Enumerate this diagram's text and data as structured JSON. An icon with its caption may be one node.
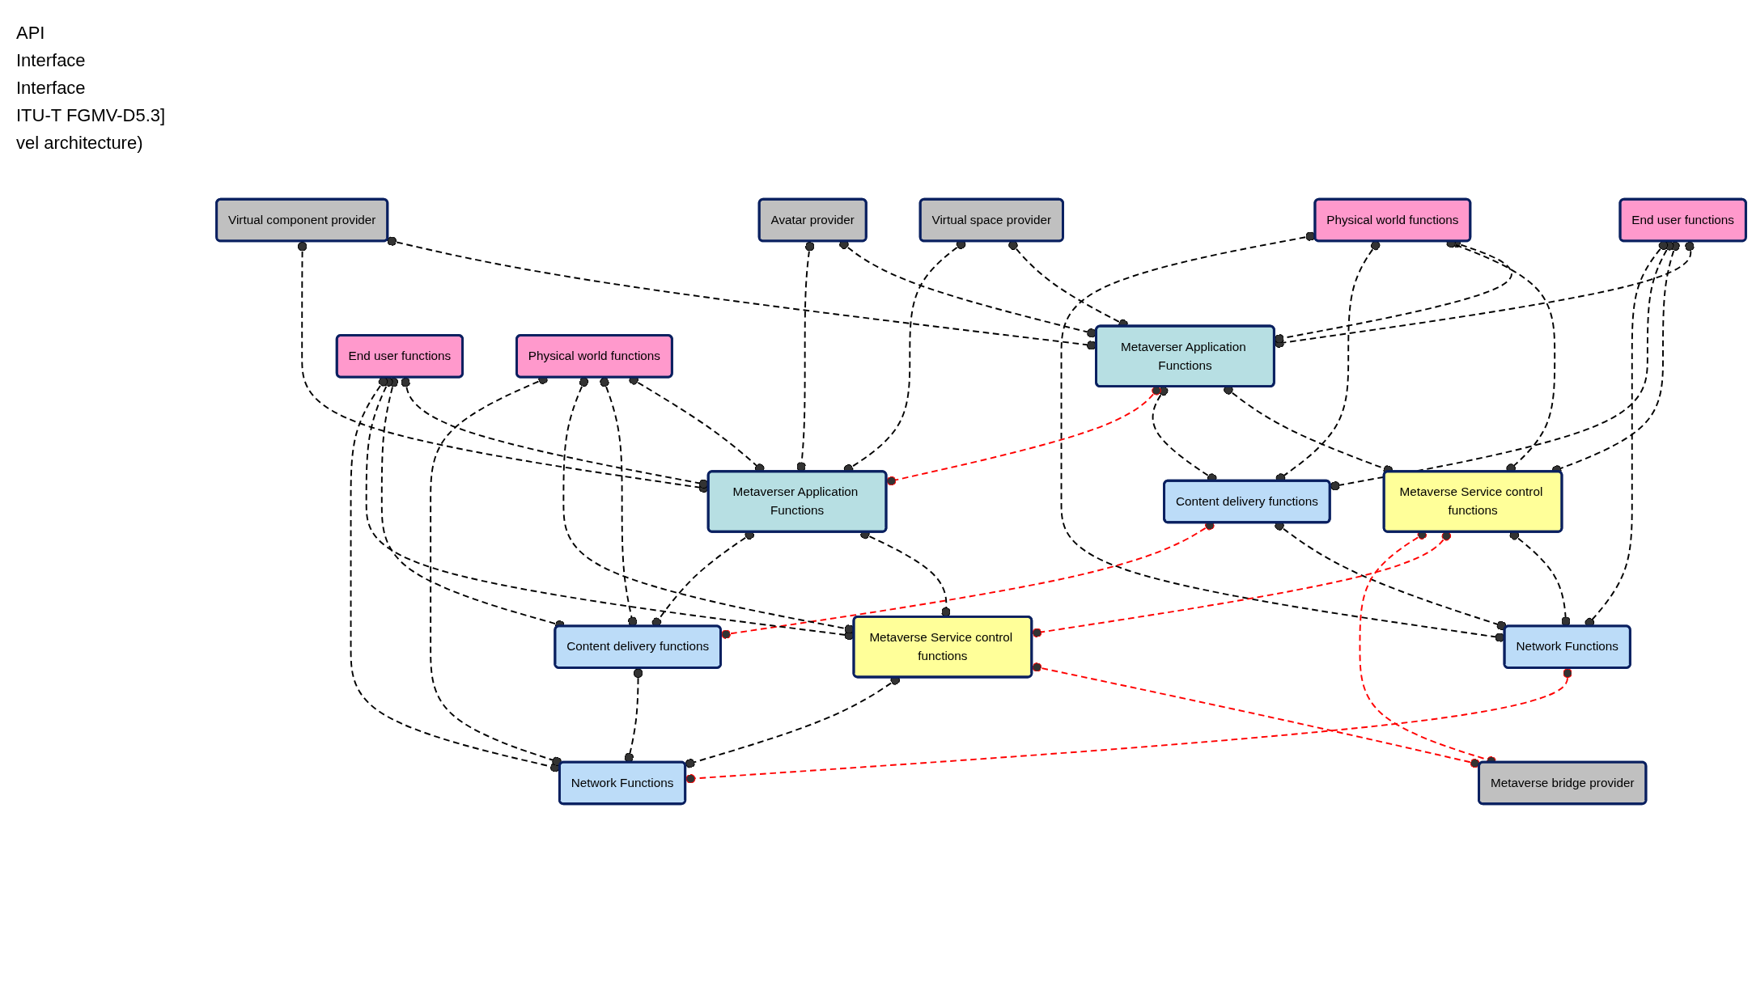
{
  "diagram": {
    "nodes": [
      {
        "text": [
          "Virtual space provider"
        ]
      },
      {
        "text": [
          "Avatar provider"
        ]
      },
      {
        "text": [
          "Virtual component provider"
        ]
      },
      {
        "text": [
          "Physical world functions"
        ]
      },
      {
        "text": [
          "End user functions"
        ]
      },
      {
        "text": [
          "Metaverser Application Functions"
        ]
      },
      {
        "text": [
          "Metaverse Service control functions"
        ]
      },
      {
        "text": [
          "Content delivery functions"
        ]
      },
      {
        "text": [
          "Network Functions"
        ]
      },
      {
        "text": [
          "Metaverser Application Functions"
        ]
      },
      {
        "text": [
          "Metaverse Service control functions"
        ]
      },
      {
        "text": [
          "Content delivery functions"
        ]
      },
      {
        "text": [
          "Network Functions"
        ]
      },
      {
        "text": [
          "End user functions"
        ]
      },
      {
        "text": [
          "Physical world functions"
        ]
      },
      {
        "text": [
          "Metaverse bridge provider"
        ]
      }
    ],
    "edges": [
      {
        "from": 0,
        "to": 5,
        "arrow": "other",
        "style": "dashed"
      },
      {
        "from": 0,
        "to": 9,
        "arrow": "other",
        "style": "dashed"
      },
      {
        "from": 1,
        "to": 5,
        "arrow": "other",
        "style": "dashed"
      },
      {
        "from": 1,
        "to": 9,
        "arrow": "other",
        "style": "dashed"
      },
      {
        "from": 2,
        "to": 5,
        "arrow": "other",
        "style": "dashed"
      },
      {
        "from": 2,
        "to": 9,
        "arrow": "other",
        "style": "dashed"
      },
      {
        "from": 4,
        "to": 5,
        "arrow": "other",
        "style": "dashed"
      },
      {
        "from": 3,
        "to": 5,
        "arrow": "other",
        "style": "dashed"
      },
      {
        "from": 5,
        "to": 6,
        "arrow": "other",
        "style": "dashed"
      },
      {
        "from": 5,
        "to": 7,
        "arrow": "other",
        "style": "dashed"
      },
      {
        "from": 4,
        "to": 6,
        "arrow": "other",
        "style": "dashed"
      },
      {
        "from": 4,
        "to": 7,
        "arrow": "other",
        "style": "dashed"
      },
      {
        "from": 3,
        "to": 6,
        "arrow": "other",
        "style": "dashed"
      },
      {
        "from": 3,
        "to": 7,
        "arrow": "other",
        "style": "dashed"
      },
      {
        "from": 6,
        "to": 8,
        "arrow": "other",
        "style": "dashed"
      },
      {
        "from": 7,
        "to": 8,
        "arrow": "other",
        "style": "dashed"
      },
      {
        "from": 4,
        "to": 8,
        "arrow": "other",
        "style": "dashed"
      },
      {
        "from": 3,
        "to": 8,
        "arrow": "other",
        "style": "dashed"
      },
      {
        "from": 5,
        "to": 9,
        "arrow": "other",
        "style": "dashed",
        "color": "#ff0000"
      },
      {
        "from": 6,
        "to": 10,
        "arrow": "other",
        "style": "dashed",
        "color": "#ff0000"
      },
      {
        "from": 7,
        "to": 11,
        "arrow": "other",
        "style": "dashed",
        "color": "#ff0000"
      },
      {
        "from": 6,
        "to": 15,
        "arrow": "other",
        "style": "dashed",
        "color": "#ff0000"
      },
      {
        "from": 8,
        "to": 12,
        "arrow": "other",
        "style": "dashed",
        "color": "#ff0000"
      },
      {
        "from": 10,
        "to": 15,
        "arrow": "other",
        "style": "dashed",
        "color": "#ff0000"
      },
      {
        "from": 13,
        "to": 9,
        "arrow": "other",
        "style": "dashed"
      },
      {
        "from": 14,
        "to": 9,
        "arrow": "other",
        "style": "dashed"
      },
      {
        "from": 9,
        "to": 10,
        "arrow": "other",
        "style": "dashed"
      },
      {
        "from": 9,
        "to": 11,
        "arrow": "other",
        "style": "dashed"
      },
      {
        "from": 13,
        "to": 11,
        "arrow": "other",
        "style": "dashed"
      },
      {
        "from": 13,
        "to": 10,
        "arrow": "other",
        "style": "dashed"
      },
      {
        "from": 14,
        "to": 11,
        "arrow": "other",
        "style": "dashed"
      },
      {
        "from": 14,
        "to": 10,
        "arrow": "other",
        "style": "dashed"
      },
      {
        "from": 10,
        "to": 12,
        "arrow": "other",
        "style": "dashed"
      },
      {
        "from": 11,
        "to": 12,
        "arrow": "other",
        "style": "dashed"
      },
      {
        "from": 13,
        "to": 12,
        "arrow": "other",
        "style": "dashed"
      },
      {
        "from": 14,
        "to": 12,
        "arrow": "other",
        "style": "dashed"
      }
    ],
    "labels": [
      "API",
      "Interface",
      "Interface",
      "ITU-T FGMV-D5.3]",
      "vel architecture)"
    ]
  }
}
